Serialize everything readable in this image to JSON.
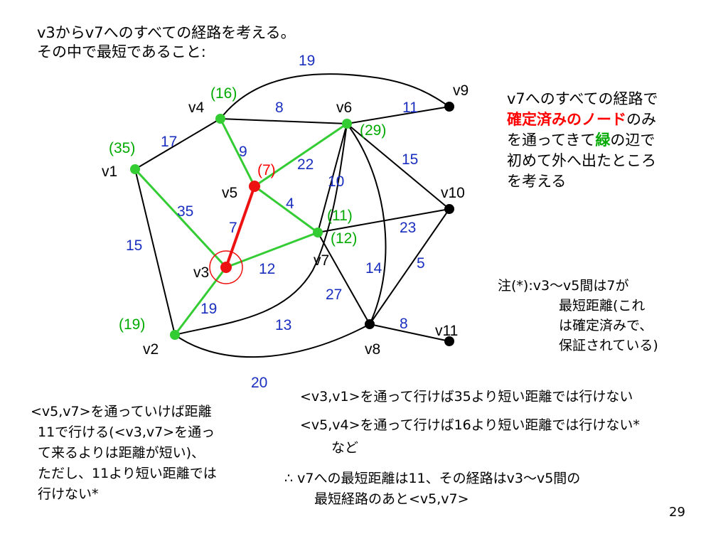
{
  "intro": {
    "line1": "v3からv7へのすべての経路を考える。",
    "line2": "その中で最短であること:"
  },
  "right_note": {
    "line1": "v7へのすべての経路で",
    "line2_red": "確定済みのノード",
    "line2_rest": "のみ",
    "line3_a": "を通ってきて",
    "line3_green": "緑",
    "line3_b": "の辺で",
    "line4": "初めて外へ出たところ",
    "line5": "を考える"
  },
  "graph": {
    "nodes": {
      "v1": "v1",
      "v2": "v2",
      "v3": "v3",
      "v4": "v4",
      "v5": "v5",
      "v6": "v6",
      "v7": "v7",
      "v8": "v8",
      "v9": "v9",
      "v10": "v10",
      "v11": "v11"
    },
    "distances": {
      "v1": "(35)",
      "v2": "(19)",
      "v4": "(16)",
      "v5": "(7)",
      "v6": "(29)",
      "v7_a": "(11)",
      "v7_b": "(12)"
    },
    "weights": {
      "v4_v9": "19",
      "v4_v6": "8",
      "v6_v9": "11",
      "v1_v4": "17",
      "v4_v5": "9",
      "v5_v6": "22",
      "v6_v10": "15",
      "v6_v7": "10",
      "v5_v7": "4",
      "v1_v3": "35",
      "v7_v10": "23",
      "v3_v5": "7",
      "v1_v2": "15",
      "v3_v7": "12",
      "v6_v8": "14",
      "v8_v10": "5",
      "v7_v8": "27",
      "v2_v3": "19",
      "v2_v6": "13",
      "v8_v11": "8",
      "v2_v8": "20"
    },
    "colors": {
      "green": "#33cc33",
      "red": "#ee1111",
      "black": "#000000",
      "weight": "#1a2fbf"
    }
  },
  "note_star": {
    "line1": "注(*):v3〜v5間は7が",
    "line2": "最短距離(これ",
    "line3": "は確定済みで、",
    "line4": "保証されている)"
  },
  "bottom_left": {
    "line1": "<v5,v7>を通っていけば距離",
    "line2": "11で行ける(<v3,v7>を通っ",
    "line3": "て来るよりは距離が短い)、",
    "line4": "ただし、11より短い距離では",
    "line5": "行けない*"
  },
  "bottom_right": {
    "line1": "<v3,v1>を通って行けば35より短い距離では行けない",
    "line2": "<v5,v4>を通って行けば16より短い距離では行けない*",
    "line3": "など",
    "line4": "∴ v7への最短距離は11、その経路はv3〜v5間の",
    "line5": "最短経路のあと<v5,v7>"
  },
  "page_number": "29"
}
